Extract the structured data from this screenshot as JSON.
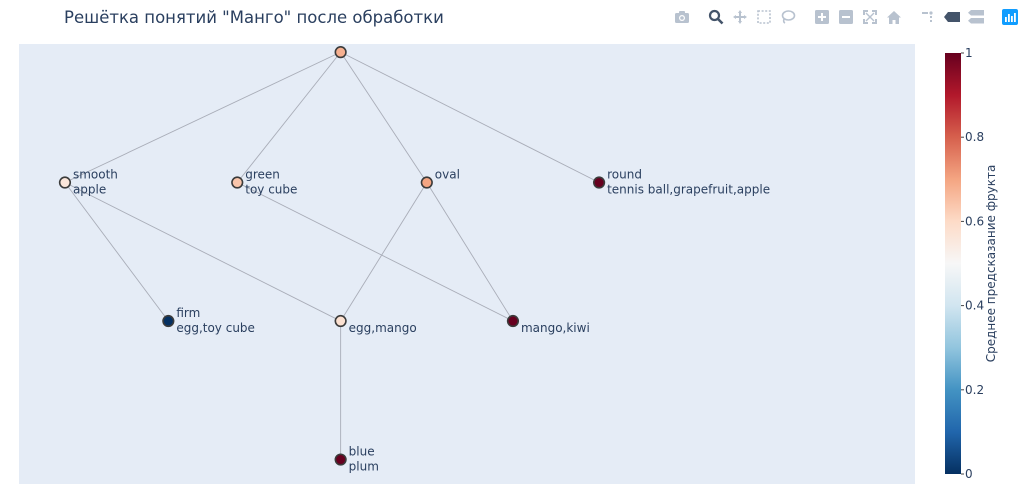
{
  "title": "Решётка понятий \"Манго\" после обработки",
  "modebar": {
    "buttons": [
      "camera-icon",
      "zoom-icon",
      "pan-icon",
      "box-select-icon",
      "lasso-icon",
      "zoom-in-icon",
      "zoom-out-icon",
      "autoscale-icon",
      "reset-axes-icon",
      "spike-lines-icon",
      "hover-closest-icon",
      "hover-compare-icon",
      "plotly-logo-icon"
    ],
    "active": "zoom-icon"
  },
  "chart_data": {
    "type": "scatter",
    "subtype": "network-graph",
    "title": "Решётка понятий \"Манго\" после обработки",
    "xlim": [
      -0.56,
      1.0
    ],
    "ylim": [
      -0.06,
      1.02
    ],
    "grid": false,
    "background": "#e5ecf6",
    "nodes": [
      {
        "id": "top",
        "x": 0.0,
        "y": 1.0,
        "value": 0.68,
        "label_top": "",
        "label_bottom": ""
      },
      {
        "id": "smooth",
        "x": -0.48,
        "y": 0.68,
        "value": 0.56,
        "label_top": "smooth",
        "label_bottom": "apple"
      },
      {
        "id": "green",
        "x": -0.18,
        "y": 0.68,
        "value": 0.64,
        "label_top": "green",
        "label_bottom": "toy cube"
      },
      {
        "id": "oval",
        "x": 0.15,
        "y": 0.68,
        "value": 0.7,
        "label_top": "oval",
        "label_bottom": ""
      },
      {
        "id": "round",
        "x": 0.45,
        "y": 0.68,
        "value": 1.0,
        "label_top": "round",
        "label_bottom": "tennis ball,grapefruit,apple"
      },
      {
        "id": "firm",
        "x": -0.3,
        "y": 0.34,
        "value": 0.0,
        "label_top": "firm",
        "label_bottom": "egg,toy cube"
      },
      {
        "id": "eggmango",
        "x": 0.0,
        "y": 0.34,
        "value": 0.58,
        "label_top": "",
        "label_bottom": "egg,mango"
      },
      {
        "id": "mangokiwi",
        "x": 0.3,
        "y": 0.34,
        "value": 1.0,
        "label_top": "",
        "label_bottom": "mango,kiwi"
      },
      {
        "id": "blueplum",
        "x": 0.0,
        "y": 0.0,
        "value": 1.0,
        "label_top": "blue",
        "label_bottom": "plum"
      }
    ],
    "edges": [
      [
        "top",
        "smooth"
      ],
      [
        "top",
        "green"
      ],
      [
        "top",
        "oval"
      ],
      [
        "top",
        "round"
      ],
      [
        "smooth",
        "firm"
      ],
      [
        "smooth",
        "eggmango"
      ],
      [
        "green",
        "mangokiwi"
      ],
      [
        "oval",
        "eggmango"
      ],
      [
        "oval",
        "mangokiwi"
      ],
      [
        "eggmango",
        "blueplum"
      ]
    ],
    "colorbar": {
      "title": "Среднее предсказание фрукта",
      "range": [
        0,
        1
      ],
      "ticks": [
        "0",
        "0.2",
        "0.4",
        "0.6",
        "0.8",
        "1"
      ],
      "tick_values": [
        0,
        0.2,
        0.4,
        0.6,
        0.8,
        1
      ],
      "colorscale": [
        [
          0.0,
          "#053061"
        ],
        [
          0.1,
          "#2166ac"
        ],
        [
          0.2,
          "#4393c3"
        ],
        [
          0.3,
          "#92c5de"
        ],
        [
          0.4,
          "#d1e5f0"
        ],
        [
          0.5,
          "#f7f7f7"
        ],
        [
          0.6,
          "#fddbc7"
        ],
        [
          0.7,
          "#f4a582"
        ],
        [
          0.8,
          "#d6604d"
        ],
        [
          0.9,
          "#b2182b"
        ],
        [
          1.0,
          "#67001f"
        ]
      ]
    }
  }
}
